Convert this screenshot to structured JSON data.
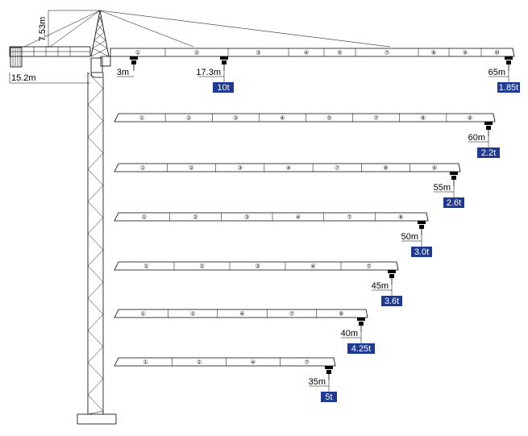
{
  "dimensions": {
    "tower_head_height": "7.53m",
    "counter_jib_length": "15.2m",
    "min_radius": "3m",
    "main_radius": "17.3m",
    "main_capacity": "10t",
    "max_radius": "65m",
    "max_tip_capacity": "1.85t"
  },
  "configurations": [
    {
      "radius": "60m",
      "capacity": "2.2t",
      "sections": [
        "①",
        "②",
        "③",
        "④",
        "⑤",
        "⑦",
        "⑧",
        "⑨"
      ]
    },
    {
      "radius": "55m",
      "capacity": "2.6t",
      "sections": [
        "①",
        "②",
        "③",
        "④",
        "⑦",
        "⑧",
        "⑨"
      ]
    },
    {
      "radius": "50m",
      "capacity": "3.0t",
      "sections": [
        "①",
        "②",
        "③",
        "④",
        "⑦",
        "⑧"
      ]
    },
    {
      "radius": "45m",
      "capacity": "3.6t",
      "sections": [
        "①",
        "②",
        "③",
        "④",
        "⑦"
      ]
    },
    {
      "radius": "40m",
      "capacity": "4.25t",
      "sections": [
        "①",
        "②",
        "④",
        "⑦",
        "⑧"
      ]
    },
    {
      "radius": "35m",
      "capacity": "5t",
      "sections": [
        "①",
        "②",
        "④",
        "⑦"
      ]
    }
  ],
  "main_jib_sections": [
    "①",
    "②",
    "③",
    "④",
    "⑤",
    "⑦",
    "⑧",
    "⑨",
    "⑩"
  ],
  "colors": {
    "label_fill": "#1f3a93",
    "line": "#000000",
    "label_text": "#ffffff"
  }
}
